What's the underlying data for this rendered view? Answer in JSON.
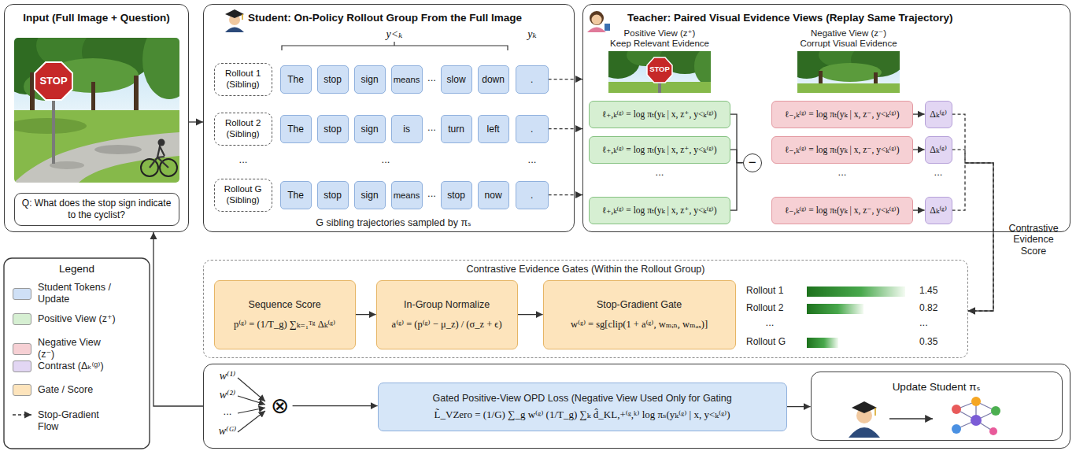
{
  "diagram": {
    "nodes": [
      {
        "text": [
          "Input (Full Image + Question)"
        ]
      },
      {
        "text": [
          "Q: What does the stop sign indicate to the cyclist?"
        ],
        "in": 0
      },
      {
        "text": [
          "Student: On-Policy Rollout Group From the Full Image"
        ]
      },
      {
        "text": [
          "Rollout 1 (Sibling)"
        ],
        "in": 2
      },
      {
        "text": [
          "The"
        ],
        "in": 2
      },
      {
        "text": [
          "stop"
        ],
        "in": 2
      },
      {
        "text": [
          "sign"
        ],
        "in": 2
      },
      {
        "text": [
          "means"
        ],
        "in": 2
      },
      {
        "text": [
          "slow"
        ],
        "in": 2
      },
      {
        "text": [
          "down"
        ],
        "in": 2
      },
      {
        "text": [
          "."
        ],
        "in": 2
      },
      {
        "text": [
          "Rollout 2 (Sibling)"
        ],
        "in": 2
      },
      {
        "text": [
          "The"
        ],
        "in": 2
      },
      {
        "text": [
          "stop"
        ],
        "in": 2
      },
      {
        "text": [
          "sign"
        ],
        "in": 2
      },
      {
        "text": [
          "is"
        ],
        "in": 2
      },
      {
        "text": [
          "turn"
        ],
        "in": 2
      },
      {
        "text": [
          "left"
        ],
        "in": 2
      },
      {
        "text": [
          "."
        ],
        "in": 2
      },
      {
        "text": [
          "Rollout G (Sibling)"
        ],
        "in": 2
      },
      {
        "text": [
          "The"
        ],
        "in": 2
      },
      {
        "text": [
          "stop"
        ],
        "in": 2
      },
      {
        "text": [
          "sign"
        ],
        "in": 2
      },
      {
        "text": [
          "means"
        ],
        "in": 2
      },
      {
        "text": [
          "stop"
        ],
        "in": 2
      },
      {
        "text": [
          "now"
        ],
        "in": 2
      },
      {
        "text": [
          "."
        ],
        "in": 2
      },
      {
        "text": [
          "Teacher: Paired Visual Evidence Views (Replay Same Trajectory)"
        ]
      },
      {
        "text": [
          "ℓ₊,ₖ⁽ᵍ⁾ = log πₜ(yₖ | x, z⁺, y<ₖ⁽ᵍ⁾)"
        ],
        "in": 27
      },
      {
        "text": [
          "ℓ₊,ₖ⁽ᵍ⁾ = log πₜ(yₖ | x, z⁺, y<ₖ⁽ᵍ⁾)"
        ],
        "in": 27
      },
      {
        "text": [
          "ℓ₊,ₖ⁽ᵍ⁾ = log πₜ(yₖ | x, z⁺, y<ₖ⁽ᵍ⁾)"
        ],
        "in": 27
      },
      {
        "text": [
          "−"
        ],
        "in": 27
      },
      {
        "text": [
          "ℓ₋,ₖ⁽ᵍ⁾ = log πₜ(yₖ | x, z⁻, y<ₖ⁽ᵍ⁾)"
        ],
        "in": 27
      },
      {
        "text": [
          "ℓ₋,ₖ⁽ᵍ⁾ = log πₜ(yₖ | x, z⁻, y<ₖ⁽ᵍ⁾)"
        ],
        "in": 27
      },
      {
        "text": [
          "ℓ₋,ₖ⁽ᵍ⁾ = log πₜ(yₖ | x, z⁻, y<ₖ⁽ᵍ⁾)"
        ],
        "in": 27
      },
      {
        "text": [
          "Δₖ⁽ᵍ⁾"
        ],
        "in": 27
      },
      {
        "text": [
          "Δₖ⁽ᵍ⁾"
        ],
        "in": 27
      },
      {
        "text": [
          "Δₖ⁽ᵍ⁾"
        ],
        "in": 27
      },
      {
        "text": [
          "Contrastive Evidence Gates (Within the Rollout Group)"
        ]
      },
      {
        "text": [
          "Sequence Score",
          "p⁽ᵍ⁾ = (1/T_g) ∑ₖ₌₁ᵀᵍ Δₖ⁽ᵍ⁾"
        ],
        "in": 38
      },
      {
        "text": [
          "In-Group Normalize",
          "a⁽ᵍ⁾ = (p⁽ᵍ⁾ − μ_z) / (σ_z + ϵ)"
        ],
        "in": 38
      },
      {
        "text": [
          "Stop-Gradient Gate",
          "w⁽ᵍ⁾ = sg[clip(1 + a⁽ᵍ⁾, wₘᵢₙ, wₘₐₓ)]"
        ],
        "in": 38
      },
      {
        "text": []
      },
      {
        "text": [
          "⊗"
        ],
        "in": 42
      },
      {
        "text": [
          "Gated Positive-View OPD Loss (Negative View Used Only for Gating",
          "L̃_VZero = (1/G) ∑_g w⁽ᵍ⁾ (1/T_g) ∑ₖ d̂_KL,+⁽ᵍ,ᵏ⁾ log πₛ(yₖ⁽ᵍ⁾ | x, y<ₖ⁽ᵍ⁾)"
        ],
        "in": 42
      },
      {
        "text": [
          "Update Student πₛ"
        ],
        "in": 42
      }
    ],
    "edges": [
      {
        "from": 0,
        "to": 2,
        "arrow": "to"
      },
      {
        "from": 10,
        "to": 27,
        "arrow": "to"
      },
      {
        "from": 18,
        "to": 27,
        "arrow": "to"
      },
      {
        "from": 26,
        "to": 27,
        "arrow": "to"
      },
      {
        "from": 28,
        "to": 31,
        "arrow": "none"
      },
      {
        "from": 29,
        "to": 31,
        "arrow": "none"
      },
      {
        "from": 30,
        "to": 31,
        "arrow": "none"
      },
      {
        "from": 32,
        "to": 35,
        "arrow": "to"
      },
      {
        "from": 33,
        "to": 36,
        "arrow": "to"
      },
      {
        "from": 34,
        "to": 37,
        "arrow": "to"
      },
      {
        "from": 35,
        "to": 38,
        "arrow": "to"
      },
      {
        "from": 36,
        "to": 38,
        "arrow": "to"
      },
      {
        "from": 37,
        "to": 38,
        "arrow": "to"
      },
      {
        "from": 39,
        "to": 40,
        "arrow": "to"
      },
      {
        "from": 40,
        "to": 41,
        "arrow": "to"
      },
      {
        "from": 43,
        "to": 44,
        "arrow": "to"
      },
      {
        "from": 44,
        "to": 45,
        "arrow": "to"
      },
      {
        "from": 42,
        "to": 0,
        "arrow": "to"
      }
    ],
    "labels": [
      "STOP",
      "y<ₖ",
      "yₖ",
      "...",
      "...",
      "...",
      "...",
      "...",
      "...",
      "G sibling trajectories sampled by πₛ",
      "Positive View (z⁺)",
      "Keep Relevant Evidence",
      "STOP",
      "Negative View (z⁻)",
      "Corrupt Visual Evidence",
      "...",
      "...",
      "...",
      "Contrastive Evidence Score",
      "Legend",
      "Rollout 1",
      "1.45",
      "Rollout 2",
      "0.82",
      "...",
      "...",
      "Rollout G",
      "0.35",
      "w⁽¹⁾",
      "w⁽²⁾",
      "...",
      "w⁽ᴳ⁾"
    ],
    "legend": [
      {
        "text": "Student Tokens / Update",
        "color": "#cfe0f6"
      },
      {
        "text": "Positive View (z⁺)",
        "color": "#d6efd2"
      },
      {
        "text": "Negative View (z⁻)",
        "color": "#f6d0d4"
      },
      {
        "text": "Contrast (Δₖ⁽ᵍ⁾)",
        "color": "#e2d6f3"
      },
      {
        "text": "Gate / Score",
        "color": "#fde4bc"
      },
      {
        "text": "Stop-Gradient Flow"
      }
    ]
  }
}
